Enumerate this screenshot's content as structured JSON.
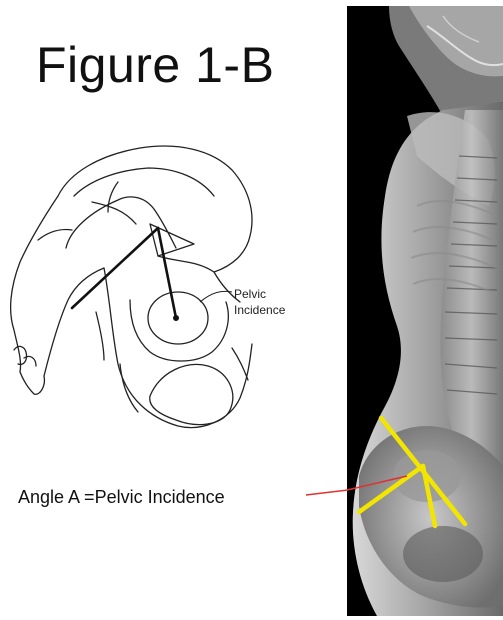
{
  "figure": {
    "title": "Figure 1-B",
    "diagram_label_line1": "Pelvic",
    "diagram_label_line2": "Incidence",
    "angle_label": "Angle A =Pelvic Incidence"
  },
  "colors": {
    "background": "#ffffff",
    "line_art": "#222222",
    "xray_background": "#000000",
    "annotation_yellow": "#f2e600",
    "pointer_red": "#e03030"
  },
  "icons": [
    "pelvis-line-drawing",
    "spine-xray-image"
  ]
}
